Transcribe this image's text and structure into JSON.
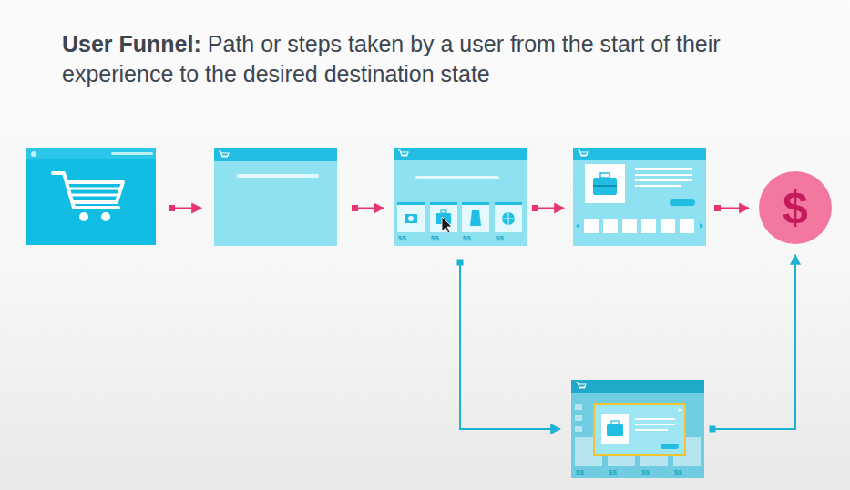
{
  "diagram": {
    "title": "User Funnel:",
    "nodes": [
      {
        "text": [
          "$$",
          "$$",
          "$$",
          "$$"
        ]
      },
      {
        "text": [
          "$$",
          "$$",
          "$$",
          "$$"
        ]
      },
      {
        "text": [
          "$"
        ]
      }
    ],
    "edges": [
      {
        "from": 0,
        "to": 1,
        "arrow": "to"
      },
      {
        "from": 1,
        "to": 2,
        "arrow": "to"
      }
    ],
    "labels": [
      "Path or steps taken by a user from the start of their experience to the desired destination state"
    ]
  }
}
